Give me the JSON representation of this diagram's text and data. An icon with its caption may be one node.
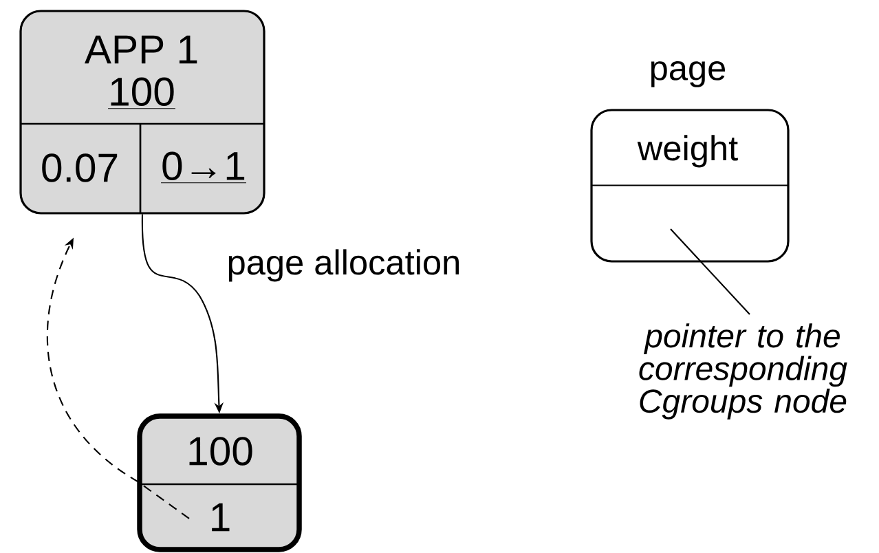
{
  "diagram": {
    "nodes": [
      {
        "text": [
          "APP 1",
          "100",
          "0.07",
          "0→1"
        ]
      },
      {
        "text": [
          "100",
          "1"
        ]
      },
      {
        "text": [
          "page",
          "weight"
        ]
      },
      {
        "text": [],
        "shape": "box",
        "in": 2
      },
      {
        "text": [
          "pointer to the corresponding Cgroups node"
        ]
      }
    ],
    "edges": [
      {
        "from": 0,
        "to": 1,
        "arrow": "to",
        "label": "page allocation"
      },
      {
        "from": 1,
        "to": 0,
        "arrow": "to",
        "style": "dashed"
      },
      {
        "from": 4,
        "to": 3,
        "arrow": "none"
      }
    ]
  }
}
